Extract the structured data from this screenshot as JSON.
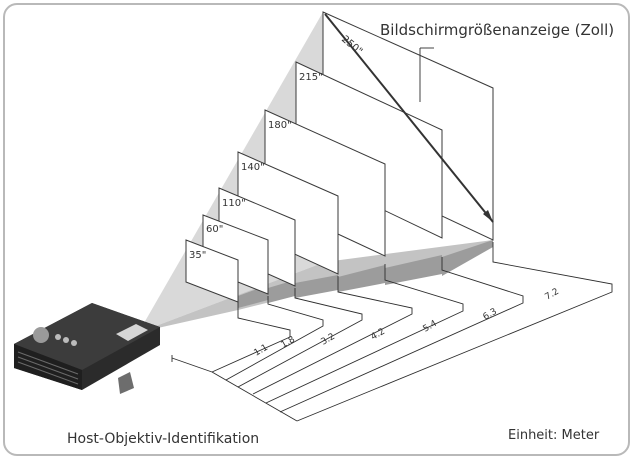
{
  "diagram": {
    "title": "Bildschirmgrößenanzeige (Zoll)",
    "lens_caption": "Host-Objektiv-Identifikation",
    "unit_caption": "Einheit: Meter",
    "screen_sizes": [
      "35\"",
      "60\"",
      "110\"",
      "140\"",
      "180\"",
      "215\"",
      "250\""
    ],
    "distances": [
      "1.1",
      "1.8",
      "3.2",
      "4.2",
      "5.4",
      "6.3",
      "7.2"
    ],
    "colors": {
      "frame_border": "#b9b9b9",
      "shadow": "#9c9c9c",
      "line": "#2e2e2e"
    }
  }
}
